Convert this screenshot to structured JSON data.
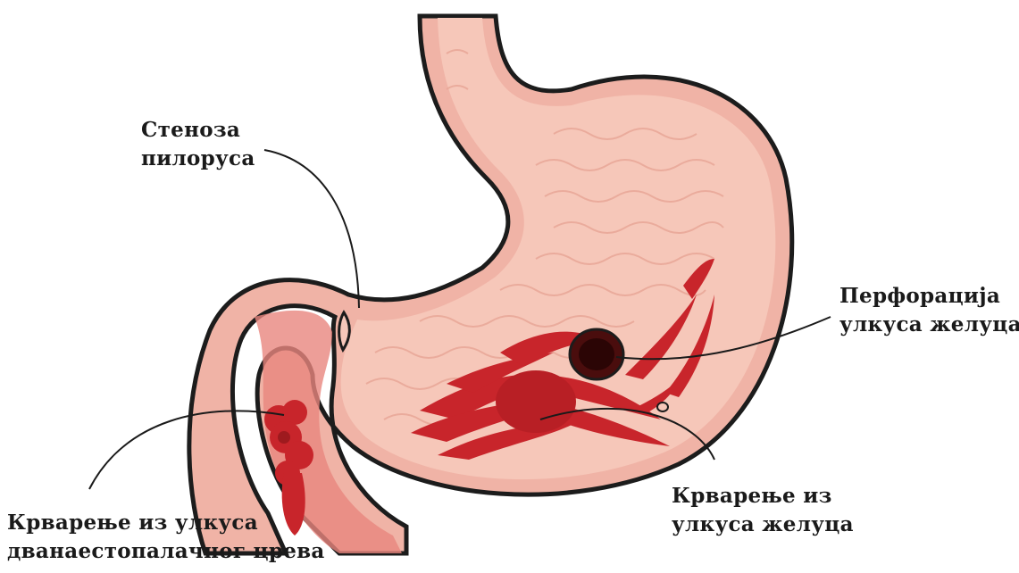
{
  "colors": {
    "outer_wall": "#f0b3a6",
    "outer_stroke": "#1c1c1c",
    "inner_lumen": "#f6c7b9",
    "rugae": "#e9a999",
    "duodenum": "#e9867e",
    "blood": "#c8252b",
    "blood_dark": "#9e1a1e",
    "perforation": "#4a0d0d",
    "leader_line": "#1a1a1a"
  },
  "labels": {
    "stenosis": {
      "line1": "Стеноза",
      "line2": "пилоруса"
    },
    "perforation": {
      "line1": "Перфорација",
      "line2": "улкуса желуца"
    },
    "gastric_bleeding": {
      "line1": "Крварење из",
      "line2": "улкуса желуца"
    },
    "duodenal_bleeding": {
      "line1": "Крварење из улкуса",
      "line2": "дванаестопалачног црева"
    }
  },
  "icons": {
    "stomach": "stomach-illustration",
    "perforation": "perforation-hole-icon",
    "bleeding": "bleeding-ulcer-icon"
  }
}
